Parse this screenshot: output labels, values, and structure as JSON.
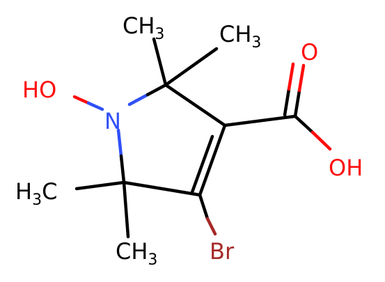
{
  "diagram": {
    "atoms": [
      {
        "id": "OH1",
        "text": "HO",
        "sub": "",
        "color": "#ff0d0d"
      },
      {
        "id": "N1",
        "text": "N",
        "sub": "",
        "color": "#3050f8"
      },
      {
        "id": "Me2a",
        "text": "CH",
        "sub": "3",
        "color": "#000000"
      },
      {
        "id": "Me2b",
        "text": "CH",
        "sub": "3",
        "color": "#000000"
      },
      {
        "id": "O_dbl",
        "text": "O",
        "sub": "",
        "color": "#ff0d0d"
      },
      {
        "id": "OH_acid",
        "text": "OH",
        "sub": "",
        "color": "#ff0d0d"
      },
      {
        "id": "Me5a",
        "text": "H",
        "sub": "3",
        "tail": "C",
        "color": "#000000"
      },
      {
        "id": "Me5b",
        "text": "CH",
        "sub": "3",
        "color": "#000000"
      },
      {
        "id": "Br",
        "text": "Br",
        "sub": "",
        "color": "#a62929"
      }
    ],
    "colors": {
      "bond": "#000000",
      "oxygen": "#ff0d0d",
      "nitrogen": "#3050f8",
      "bromine": "#a62929"
    }
  }
}
